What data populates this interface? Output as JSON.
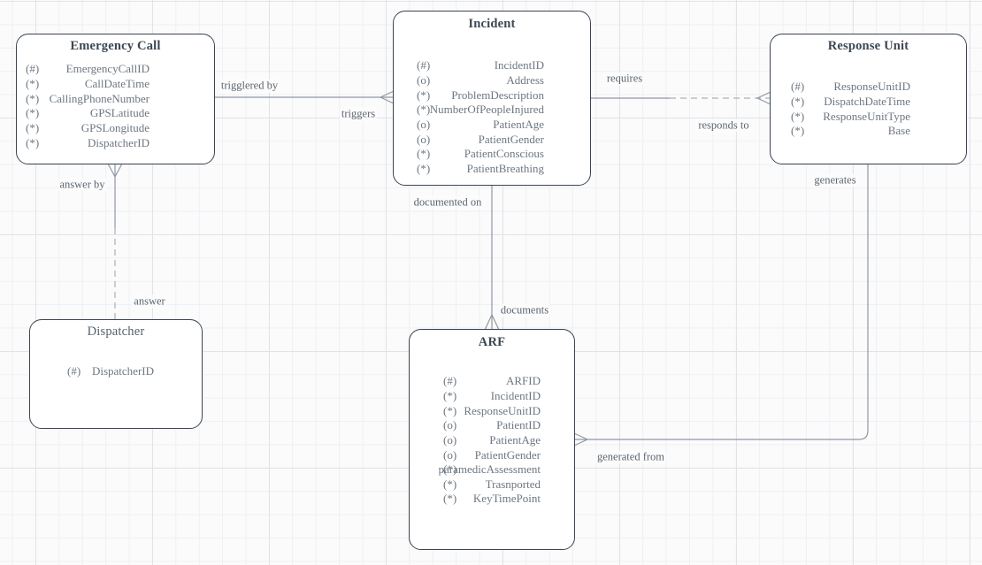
{
  "diagram": {
    "type": "entity-relationship",
    "colors": {
      "entity_border": "#3a4550",
      "entity_fill": "#ffffff",
      "title_text": "#3c4752",
      "attribute_text": "#6d7782",
      "connector": "#9098a2",
      "label_text": "#5b6570",
      "grid_minor": "#eff0f3",
      "grid_major": "#e2e3e8"
    },
    "entities": [
      {
        "title": "Emergency Call",
        "attributes": [
          [
            "(#)",
            "EmergencyCallID"
          ],
          [
            "(*)",
            "CallDateTime"
          ],
          [
            "(*)",
            "CallingPhoneNumber"
          ],
          [
            "(*)",
            "GPSLatitude"
          ],
          [
            "(*)",
            "GPSLongitude"
          ],
          [
            "(*)",
            "DispatcherID"
          ]
        ]
      },
      {
        "title": "Incident",
        "attributes": [
          [
            "(#)",
            "IncidentID"
          ],
          [
            "(o)",
            "Address"
          ],
          [
            "(*)",
            "ProblemDescription"
          ],
          [
            "(*)",
            "NumberOfPeopleInjured"
          ],
          [
            "(o)",
            "PatientAge"
          ],
          [
            "(o)",
            "PatientGender"
          ],
          [
            "(*)",
            "PatientConscious"
          ],
          [
            "(*)",
            "PatientBreathing"
          ]
        ]
      },
      {
        "title": "Response Unit",
        "attributes": [
          [
            "(#)",
            "ResponseUnitID"
          ],
          [
            "(*)",
            "DispatchDateTime"
          ],
          [
            "(*)",
            "ResponseUnitType"
          ],
          [
            "(*)",
            "Base"
          ]
        ]
      },
      {
        "title": "Dispatcher",
        "attributes": [
          [
            "(#)",
            "DispatcherID"
          ]
        ]
      },
      {
        "title": "ARF",
        "attributes": [
          [
            "(#)",
            "ARFID"
          ],
          [
            "(*)",
            "IncidentID"
          ],
          [
            "(*)",
            "ResponseUnitID"
          ],
          [
            "(o)",
            "PatientID"
          ],
          [
            "(o)",
            "PatientAge"
          ],
          [
            "(o)",
            "PatientGender"
          ],
          [
            "(*)",
            "paramedicAssessment"
          ],
          [
            "(*)",
            "Trasnported"
          ],
          [
            "(*)",
            "KeyTimePoint"
          ]
        ]
      }
    ],
    "relationships": [
      {
        "from": "Emergency Call",
        "to": "Incident",
        "label_start": "trigglered by",
        "label_end": "triggers"
      },
      {
        "from": "Incident",
        "to": "Response Unit",
        "label_start": "requires",
        "label_end": "responds to"
      },
      {
        "from": "Emergency Call",
        "to": "Dispatcher",
        "label_start": "answer by",
        "label_end": "answer"
      },
      {
        "from": "Incident",
        "to": "ARF",
        "label_start": "documented on",
        "label_end": "documents"
      },
      {
        "from": "Response Unit",
        "to": "ARF",
        "label_start": "generates",
        "label_end": "generated from"
      }
    ]
  }
}
